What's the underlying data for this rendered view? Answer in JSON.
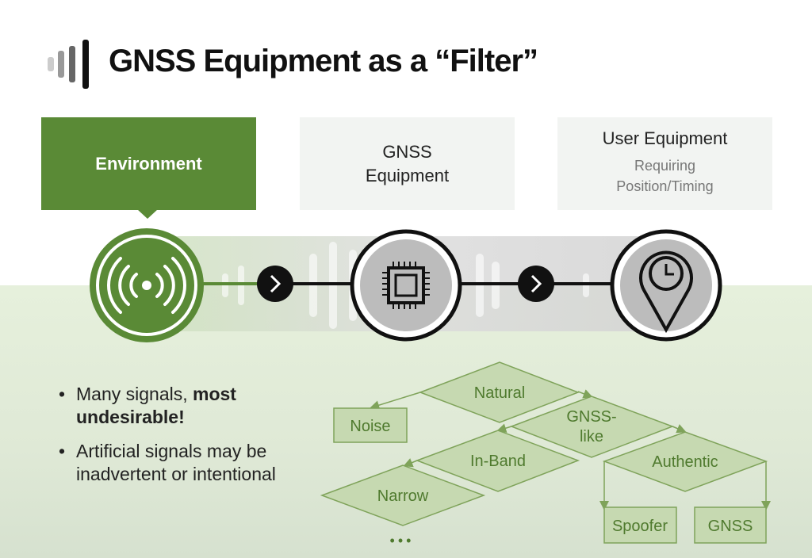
{
  "title": "GNSS Equipment as a “Filter”",
  "stages": [
    {
      "label": "Environment",
      "icon": "broadcast-signal-icon"
    },
    {
      "label_line1": "GNSS",
      "label_line2": "Equipment",
      "icon": "chip-icon"
    },
    {
      "label": "User Equipment",
      "sub_line1": "Requiring",
      "sub_line2": "Position/Timing",
      "icon": "location-clock-icon"
    }
  ],
  "bullets": [
    {
      "text": "Many signals, ",
      "bold": "most undesirable!"
    },
    {
      "text": "Artificial signals may be inadvertent or intentional"
    }
  ],
  "tree": {
    "natural": "Natural",
    "noise": "Noise",
    "gnss_like_1": "GNSS-",
    "gnss_like_2": "like",
    "in_band": "In-Band",
    "authentic": "Authentic",
    "narrow": "Narrow",
    "spoofer": "Spoofer",
    "gnss": "GNSS",
    "ellipsis": "•••"
  },
  "colors": {
    "accent": "#5a8a36",
    "diagram_fill": "#c6d9b1",
    "diagram_stroke": "#7fa35a",
    "diagram_text": "#4f7a2e"
  }
}
